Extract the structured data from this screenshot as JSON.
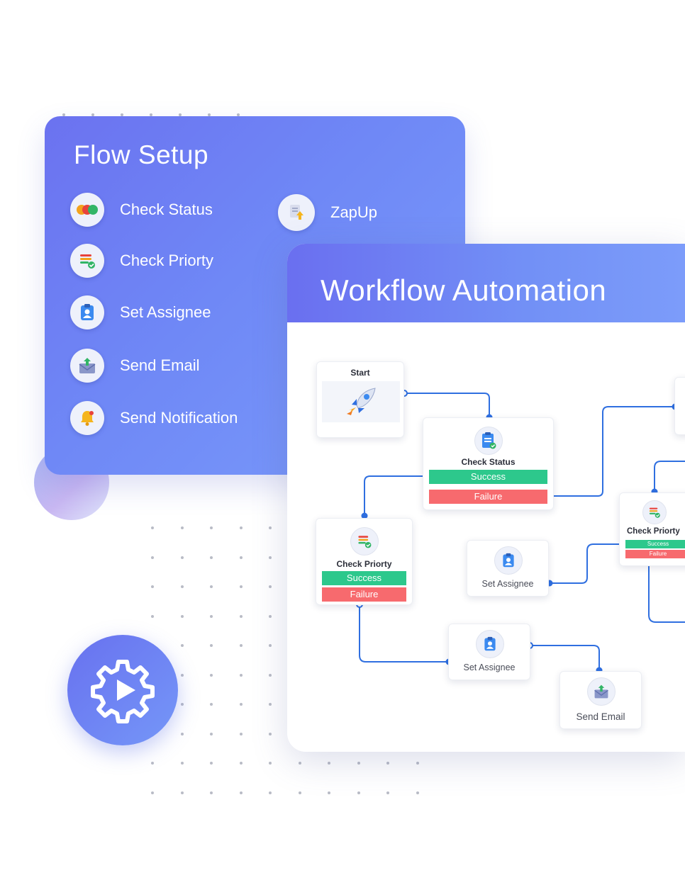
{
  "flow_setup": {
    "title": "Flow Setup",
    "items": [
      {
        "label": "Check Status",
        "icon": "status-dots-icon"
      },
      {
        "label": "Check Priorty",
        "icon": "priority-list-icon"
      },
      {
        "label": "Set Assignee",
        "icon": "assignee-badge-icon"
      },
      {
        "label": "Send Email",
        "icon": "email-send-icon"
      },
      {
        "label": "Send Notification",
        "icon": "bell-icon"
      },
      {
        "label": "ZapUp",
        "icon": "zapup-icon"
      }
    ]
  },
  "workflow": {
    "title": "Workflow Automation",
    "nodes": {
      "start": {
        "title": "Start",
        "icon": "rocket-icon"
      },
      "check_status": {
        "title": "Check Status",
        "success": "Success",
        "failure": "Failure",
        "icon": "clipboard-check-icon"
      },
      "check_priority_left": {
        "title": "Check Priorty",
        "success": "Success",
        "failure": "Failure",
        "icon": "priority-list-icon"
      },
      "set_assignee_middle": {
        "label": "Set Assignee",
        "icon": "assignee-badge-icon"
      },
      "set_assignee_bottom": {
        "label": "Set Assignee",
        "icon": "assignee-badge-icon"
      },
      "send_email": {
        "label": "Send Email",
        "icon": "email-send-icon"
      },
      "check_priority_right": {
        "title": "Check Priorty",
        "success": "Success",
        "failure": "Failure",
        "icon": "priority-list-icon"
      }
    }
  },
  "colors": {
    "accent": "#6f88f6",
    "success": "#2dc88c",
    "failure": "#f76a6e",
    "connector": "#2f6fe0"
  },
  "play_button": {
    "icon": "gear-play-icon"
  }
}
